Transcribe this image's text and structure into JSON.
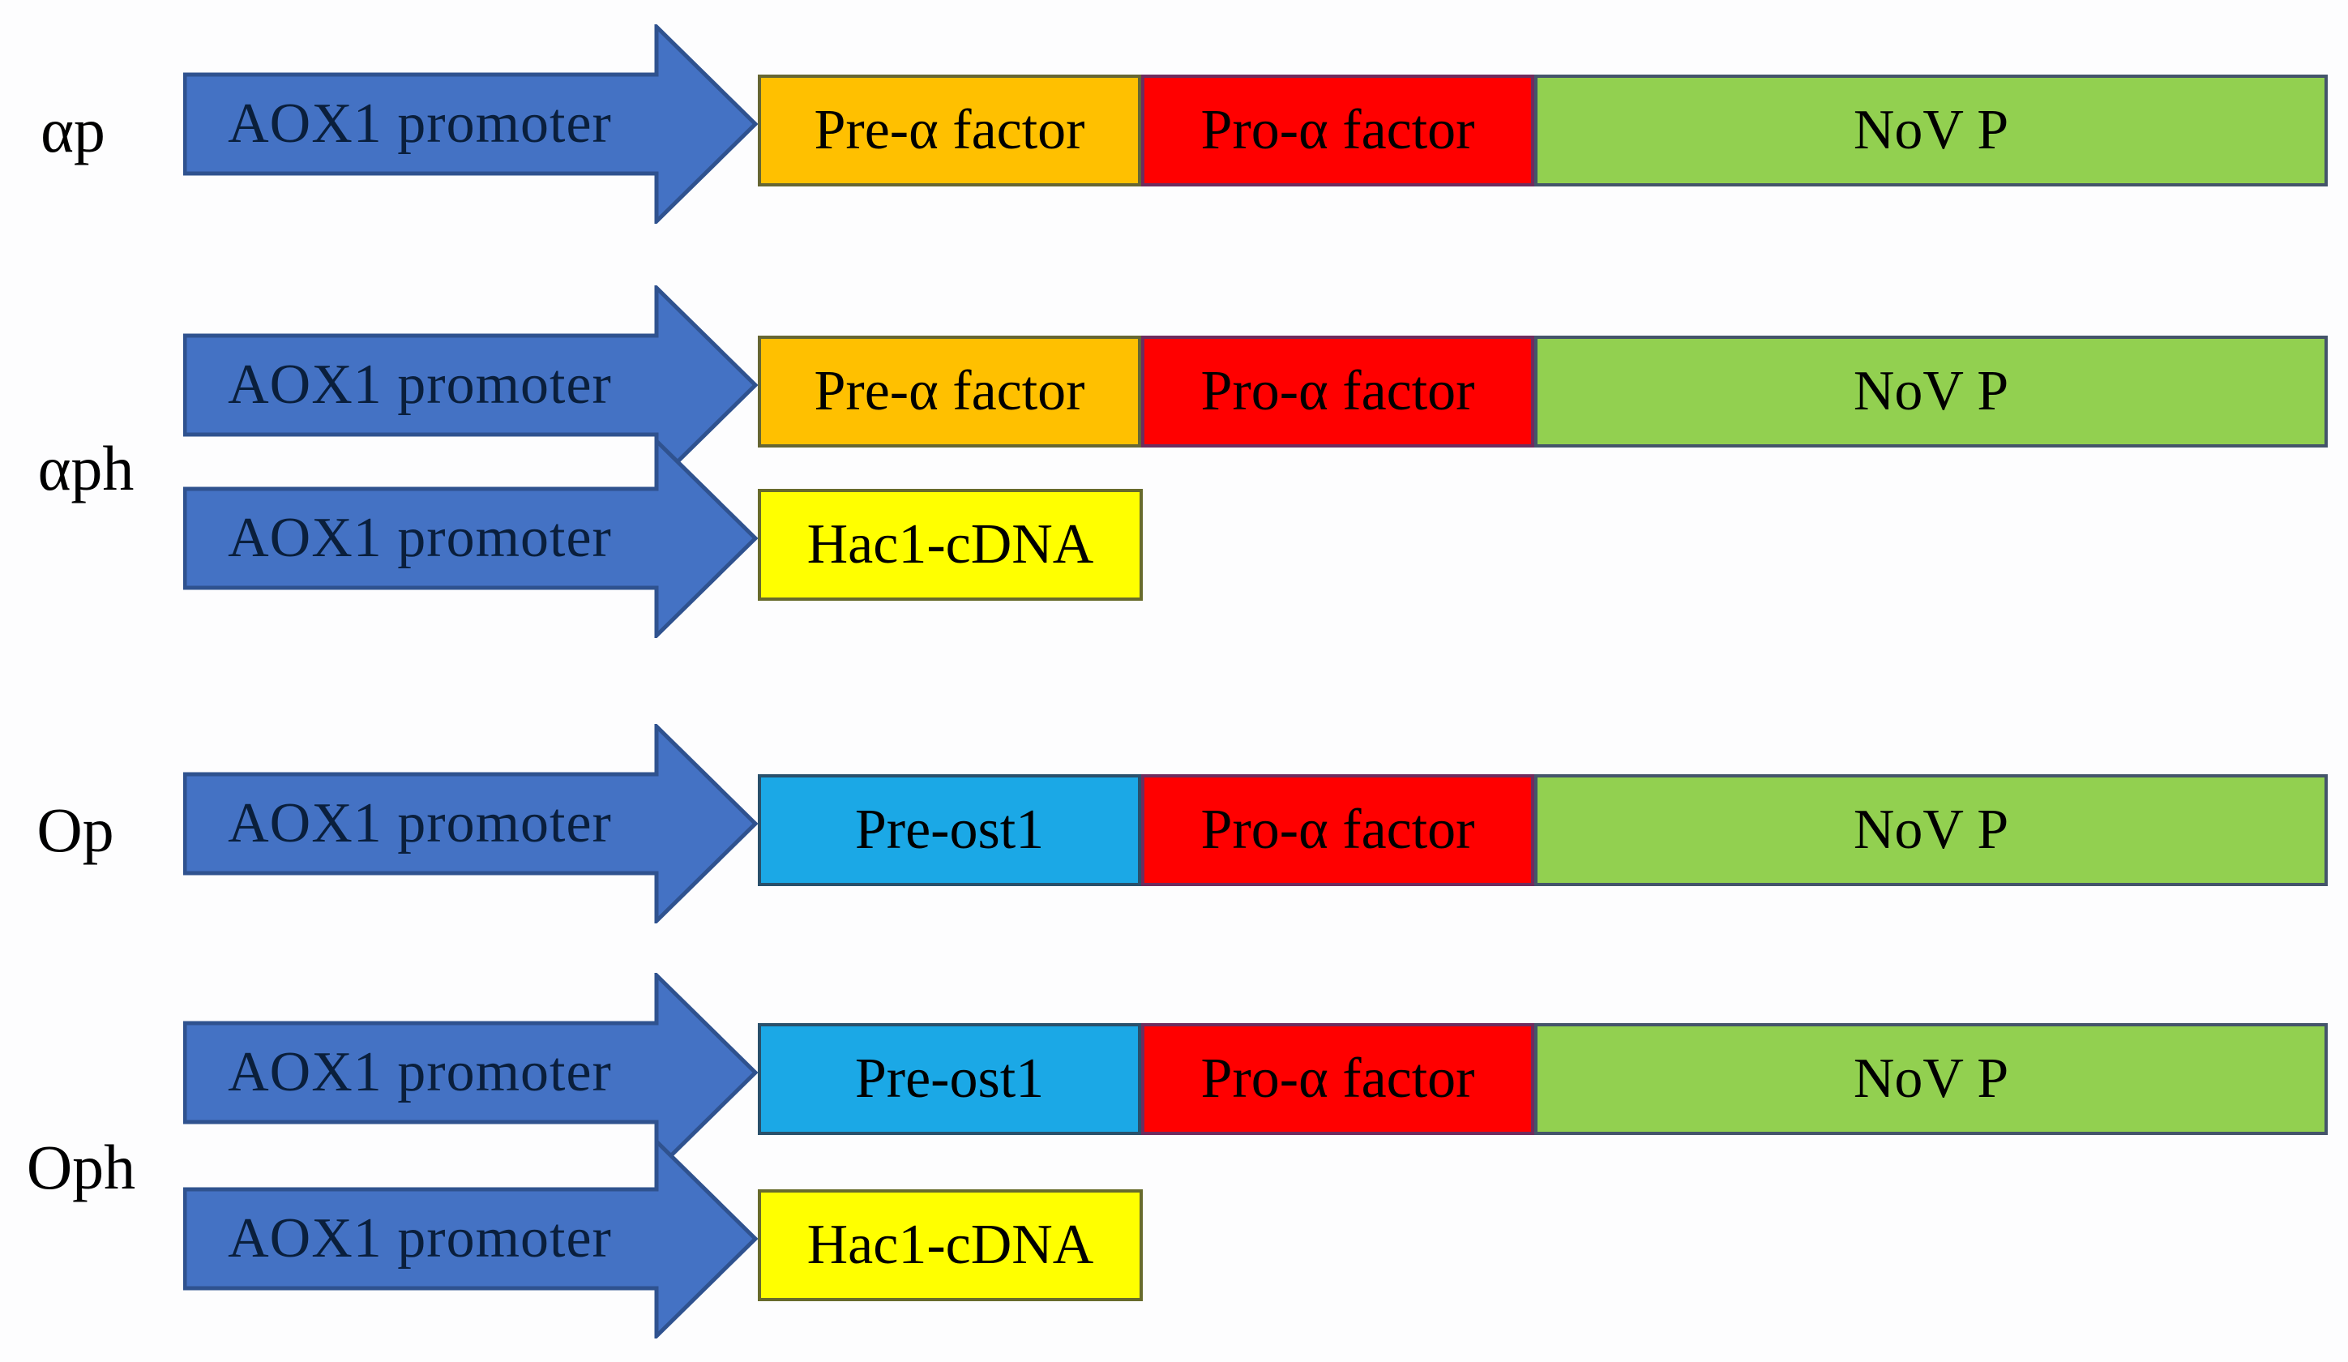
{
  "figure": {
    "description": "Expression construct diagram with four cassettes driven by AOX1 promoter arrows",
    "background": "#FDFDFE"
  },
  "colors": {
    "arrow_fill": "#4472C4",
    "arrow_border": "#2F528F",
    "arrow_text": "#0A1F3C",
    "pre_alpha_fill": "#FFC000",
    "pre_alpha_border": "#666633",
    "pro_alpha_fill": "#FF0000",
    "pro_alpha_border": "#6E2C5E",
    "nov_p_fill": "#92D050",
    "nov_p_border": "#44546A",
    "pre_ost1_fill": "#1BA8E6",
    "pre_ost1_border": "#29506B",
    "hac1_fill": "#FFFF00",
    "hac1_border": "#686B2C",
    "text": "#000000"
  },
  "constructs": [
    {
      "label": "αp",
      "rows": [
        {
          "promoter": "AOX1 promoter",
          "segments": [
            {
              "text": "Pre-α factor",
              "color": "#FFC000"
            },
            {
              "text": "Pro-α factor",
              "color": "#FF0000"
            },
            {
              "text": "NoV P",
              "color": "#92D050"
            }
          ]
        }
      ]
    },
    {
      "label": "αph",
      "rows": [
        {
          "promoter": "AOX1 promoter",
          "segments": [
            {
              "text": "Pre-α factor",
              "color": "#FFC000"
            },
            {
              "text": "Pro-α factor",
              "color": "#FF0000"
            },
            {
              "text": "NoV P",
              "color": "#92D050"
            }
          ]
        },
        {
          "promoter": "AOX1 promoter",
          "segments": [
            {
              "text": "Hac1-cDNA",
              "color": "#FFFF00"
            }
          ]
        }
      ]
    },
    {
      "label": "Op",
      "rows": [
        {
          "promoter": "AOX1 promoter",
          "segments": [
            {
              "text": "Pre-ost1",
              "color": "#1BA8E6"
            },
            {
              "text": "Pro-α factor",
              "color": "#FF0000"
            },
            {
              "text": "NoV P",
              "color": "#92D050"
            }
          ]
        }
      ]
    },
    {
      "label": "Oph",
      "rows": [
        {
          "promoter": "AOX1 promoter",
          "segments": [
            {
              "text": "Pre-ost1",
              "color": "#1BA8E6"
            },
            {
              "text": "Pro-α factor",
              "color": "#FF0000"
            },
            {
              "text": "NoV P",
              "color": "#92D050"
            }
          ]
        },
        {
          "promoter": "AOX1 promoter",
          "segments": [
            {
              "text": "Hac1-cDNA",
              "color": "#FFFF00"
            }
          ]
        }
      ]
    }
  ]
}
